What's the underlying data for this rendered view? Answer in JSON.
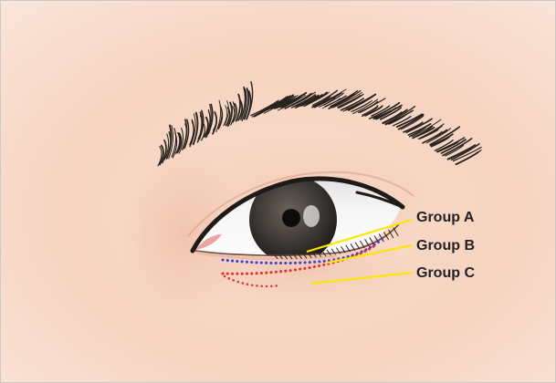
{
  "diagram": {
    "subject": "eye-region-illustration",
    "groups": [
      {
        "label": "Group A",
        "line_style": "solid",
        "color": "#ffe600"
      },
      {
        "label": "Group B",
        "line_style": "dotted",
        "color": "#3f3fd8"
      },
      {
        "label": "Group C",
        "line_style": "dotted",
        "color": "#e0302a"
      }
    ],
    "colors": {
      "skin_light": "#fbe3d6",
      "skin_mid": "#f4cbb5",
      "skin_shadow": "#e7b49c",
      "brow": "#2a2420",
      "iris": "#3f3a37",
      "pupil": "#0e0c0b",
      "leader_line": "#ffe600",
      "label_text": "#222222"
    }
  }
}
